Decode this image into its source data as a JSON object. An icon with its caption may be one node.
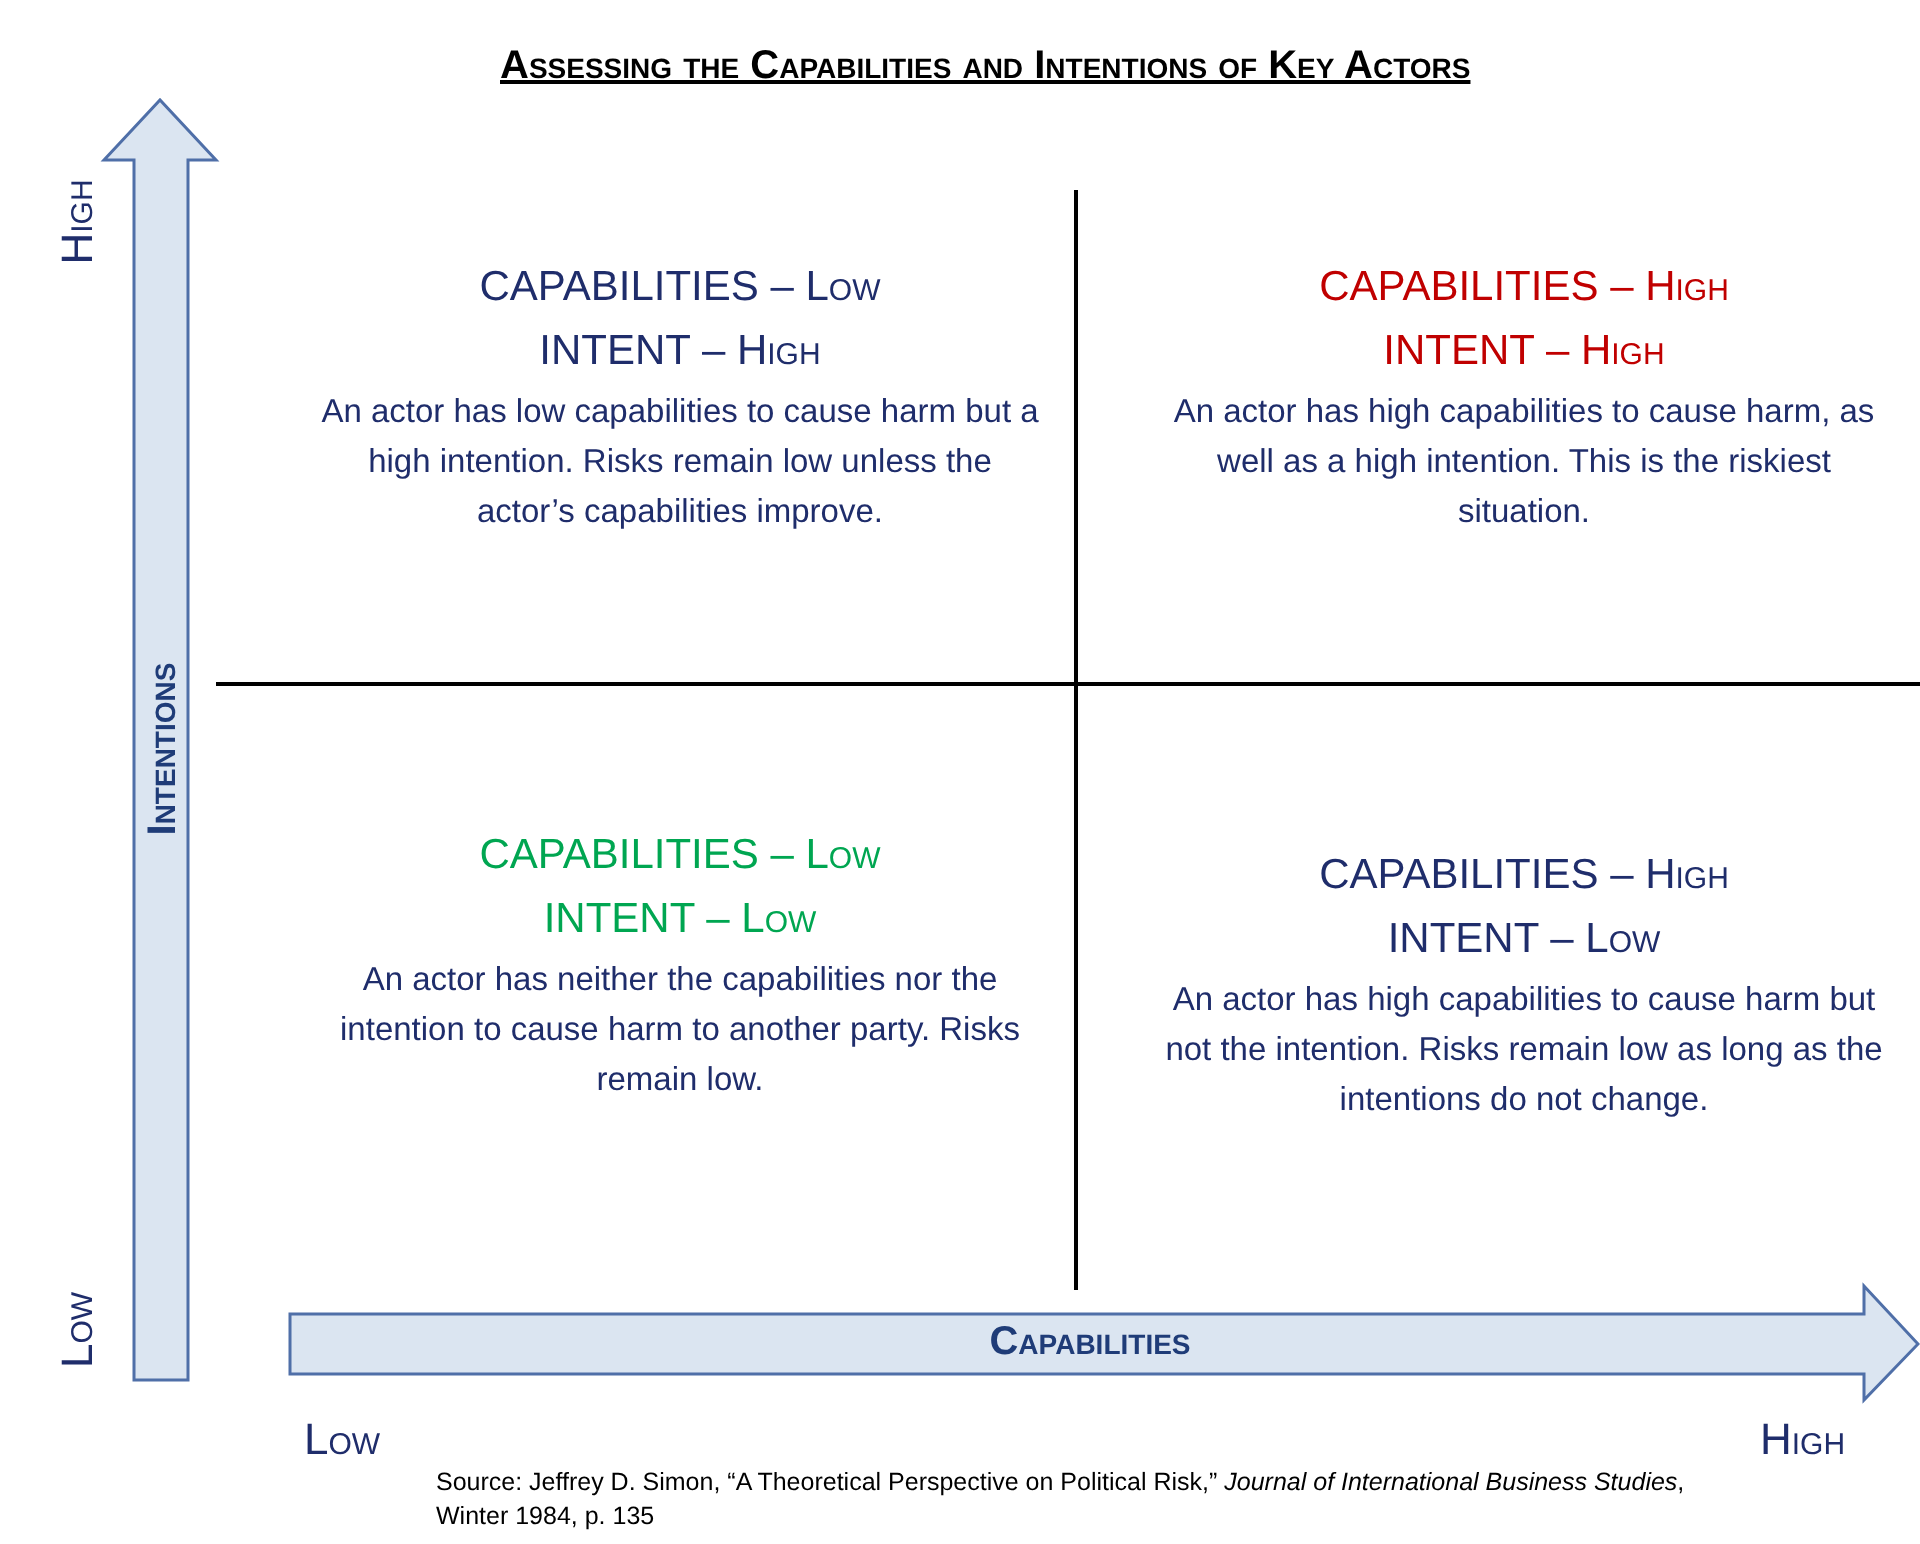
{
  "diagram": {
    "title": "Assessing the Capabilities and Intentions of Key Actors",
    "caption": "Source: Jeffrey D. Simon, “A Theoretical Perspective on Political Risk,” *Journal of International Business Studies*, Winter 1984, p. 135",
    "nodes": [
      {
        "text": [
          "CAPABILITIES – Low",
          "INTENT – High",
          "An actor has low capabilities to cause harm but a high intention. Risks remain low unless the actor’s capabilities improve."
        ]
      },
      {
        "text": [
          "CAPABILITIES – High",
          "INTENT – High",
          "An actor has high capabilities to cause harm, as well as a high intention. This is the riskiest situation."
        ]
      },
      {
        "text": [
          "CAPABILITIES – Low",
          "INTENT – Low",
          "An actor has neither the capabilities nor the intention to cause harm to another party. Risks remain low."
        ]
      },
      {
        "text": [
          "CAPABILITIES – High",
          "INTENT – Low",
          "An actor has high capabilities to cause harm but not the intention. Risks remain low as long as the intentions do not change."
        ]
      }
    ],
    "labels": [
      "High",
      "Intentions",
      "Low",
      "Capabilities",
      "Low",
      "High"
    ]
  }
}
